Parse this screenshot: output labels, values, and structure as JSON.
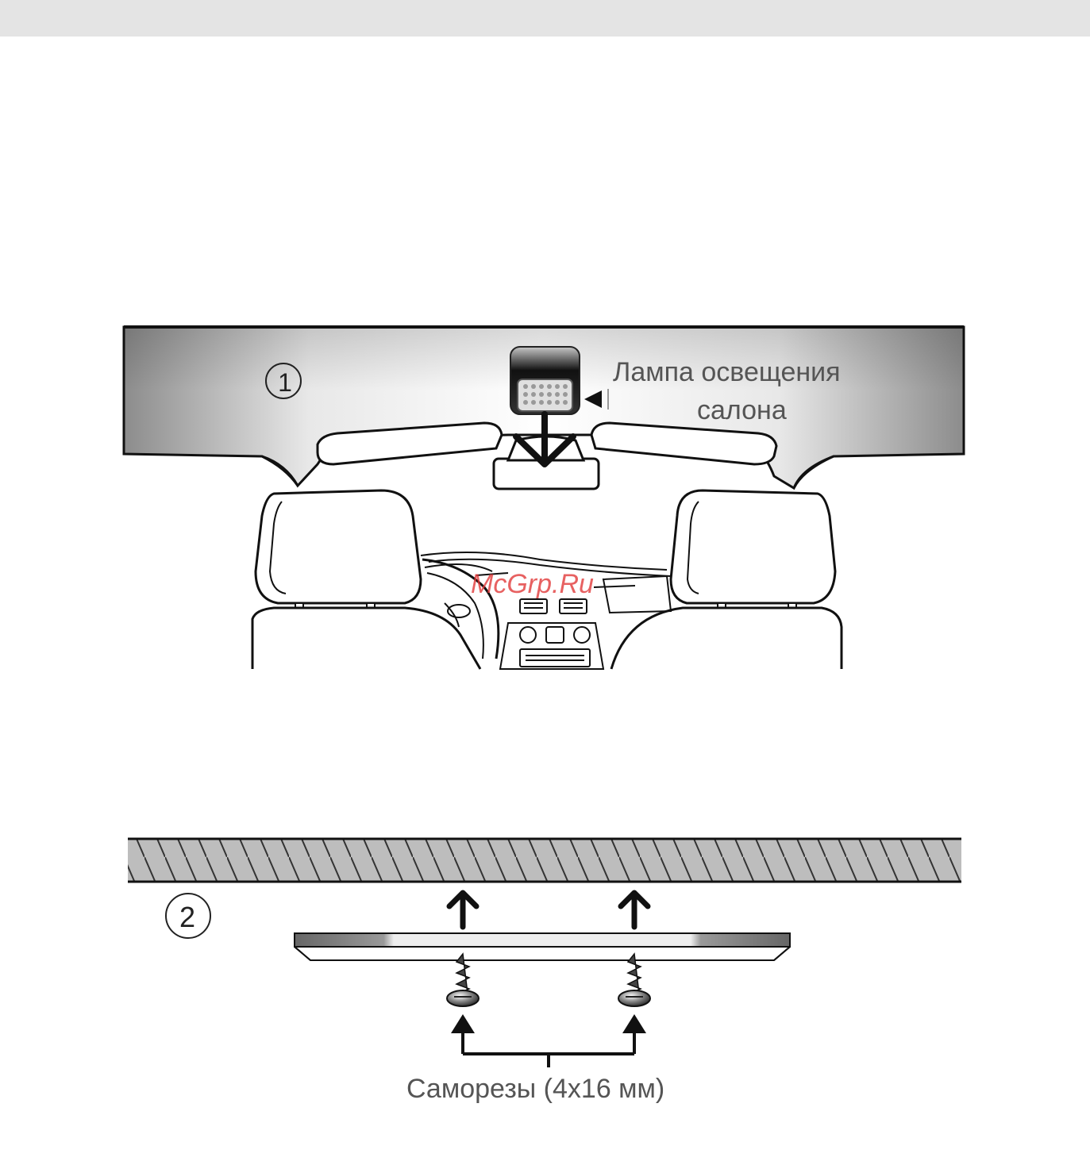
{
  "page": {
    "header_bar_color": "#e4e4e4"
  },
  "figure1": {
    "step_number": "1",
    "lamp_label_line1": "Лампа освещения",
    "lamp_label_line2": "салона"
  },
  "figure2": {
    "step_number": "2",
    "screws_label": "Саморезы (4x16 мм)"
  },
  "watermark": {
    "text": "McGrp.Ru",
    "color": "#e23a3a"
  }
}
